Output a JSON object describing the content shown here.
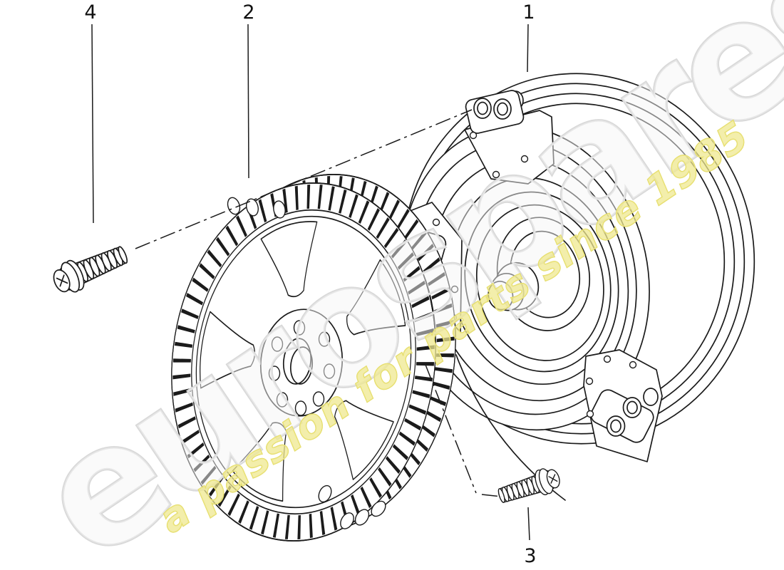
{
  "canvas": {
    "background": "#ffffff",
    "line_color": "#1b1b1b"
  },
  "watermark": {
    "brand": "eurospares",
    "tagline": "a passion for parts since 1985",
    "brand_color": "#f5f5f5",
    "tagline_color": "#efe88f"
  },
  "callouts": [
    {
      "label": "1"
    },
    {
      "label": "2"
    },
    {
      "label": "3"
    },
    {
      "label": "4"
    }
  ]
}
